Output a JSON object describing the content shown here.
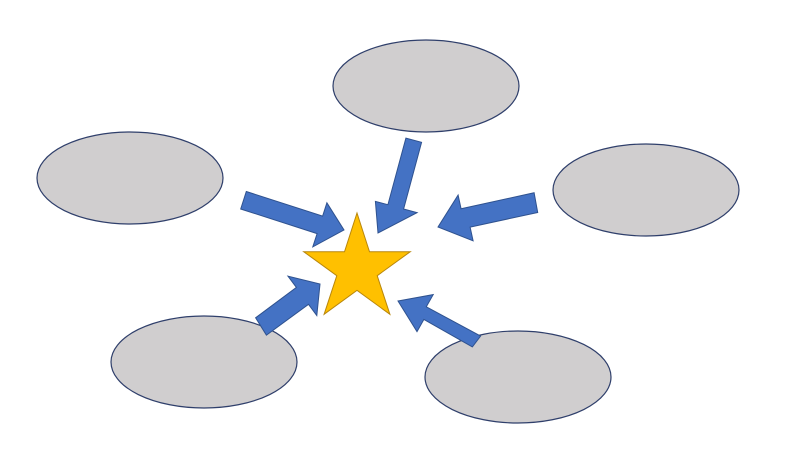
{
  "diagram": {
    "type": "converging-radial",
    "center_shape": "five-point-star",
    "node_count": 5,
    "node_shape": "ellipse",
    "node_labels": [
      "",
      "",
      "",
      "",
      ""
    ]
  },
  "colors": {
    "background": "#ffffff",
    "node_fill": "#d0cecf",
    "node_stroke": "#2f3f6b",
    "arrow_fill": "#4472c4",
    "arrow_stroke": "#2f528f",
    "star_fill": "#ffc000",
    "star_stroke": "#b8860b"
  }
}
